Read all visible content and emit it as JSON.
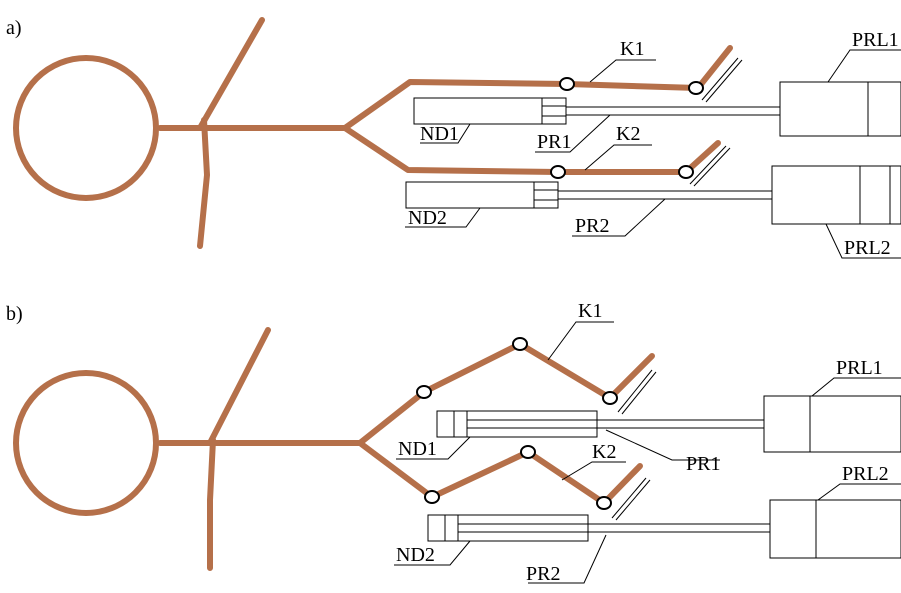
{
  "colors": {
    "linkage": "#b5704a",
    "line": "#000000",
    "background": "#ffffff"
  },
  "panel_a": {
    "tag": "a)",
    "labels": {
      "k1": "K1",
      "k2": "K2",
      "nd1": "ND1",
      "nd2": "ND2",
      "pr1": "PR1",
      "pr2": "PR2",
      "prl1": "PRL1",
      "prl2": "PRL2"
    }
  },
  "panel_b": {
    "tag": "b)",
    "labels": {
      "k1": "K1",
      "k2": "K2",
      "nd1": "ND1",
      "nd2": "ND2",
      "pr1": "PR1",
      "pr2": "PR2",
      "prl1": "PRL1",
      "prl2": "PRL2"
    }
  }
}
